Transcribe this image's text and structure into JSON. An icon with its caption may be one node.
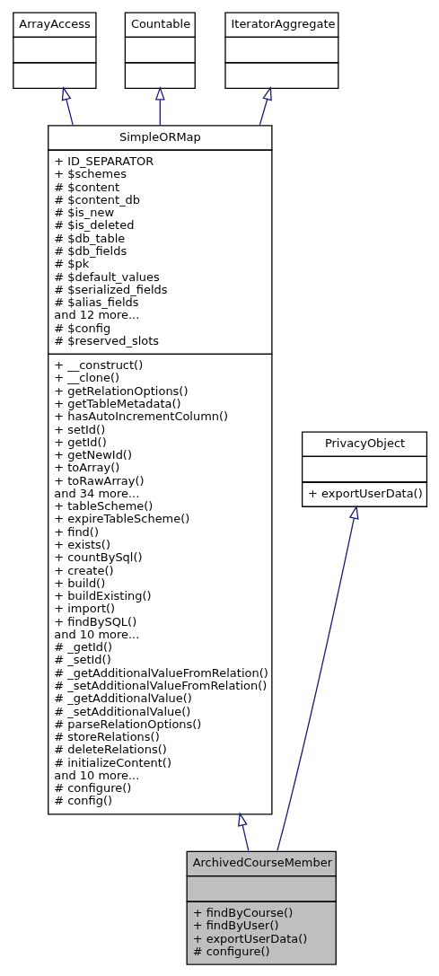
{
  "diagram": {
    "nodes": [
      {
        "text": [
          "ArrayAccess"
        ]
      },
      {
        "text": [
          "Countable"
        ]
      },
      {
        "text": [
          "IteratorAggregate"
        ]
      },
      {
        "text": [
          "SimpleORMap",
          "+ ID_SEPARATOR + $schemes # $content # $content_db # $is_new # $is_deleted # $db_table # $db_fields # $pk # $default_values # $serialized_fields # $alias_fields and 12 more... # $config # $reserved_slots",
          "+ __construct() + __clone() + getRelationOptions() + getTableMetadata() + hasAutoIncrementColumn() + setId() + getId() + getNewId() + toArray() + toRawArray() and 34 more... + tableScheme() + expireTableScheme() + find() + exists() + countBySql() + create() + build() + buildExisting() + import() + findBySQL() and 10 more... # _getId() # _setId() # _getAdditionalValueFromRelation() # _setAdditionalValueFromRelation() # _getAdditionalValue() # _setAdditionalValue() # parseRelationOptions() # storeRelations() # deleteRelations() # initializeContent() and 10 more... # configure() # config()"
        ]
      },
      {
        "text": [
          "PrivacyObject",
          "+ exportUserData()"
        ]
      },
      {
        "text": [
          "ArchivedCourseMember",
          "+ findByCourse() + findByUser() + exportUserData() # configure()"
        ]
      }
    ],
    "edges": [
      {
        "from": 3,
        "to": 0,
        "arrow": "to"
      },
      {
        "from": 3,
        "to": 1,
        "arrow": "to"
      },
      {
        "from": 3,
        "to": 2,
        "arrow": "to"
      },
      {
        "from": 5,
        "to": 3,
        "arrow": "to"
      },
      {
        "from": 5,
        "to": 4,
        "arrow": "to"
      }
    ]
  }
}
